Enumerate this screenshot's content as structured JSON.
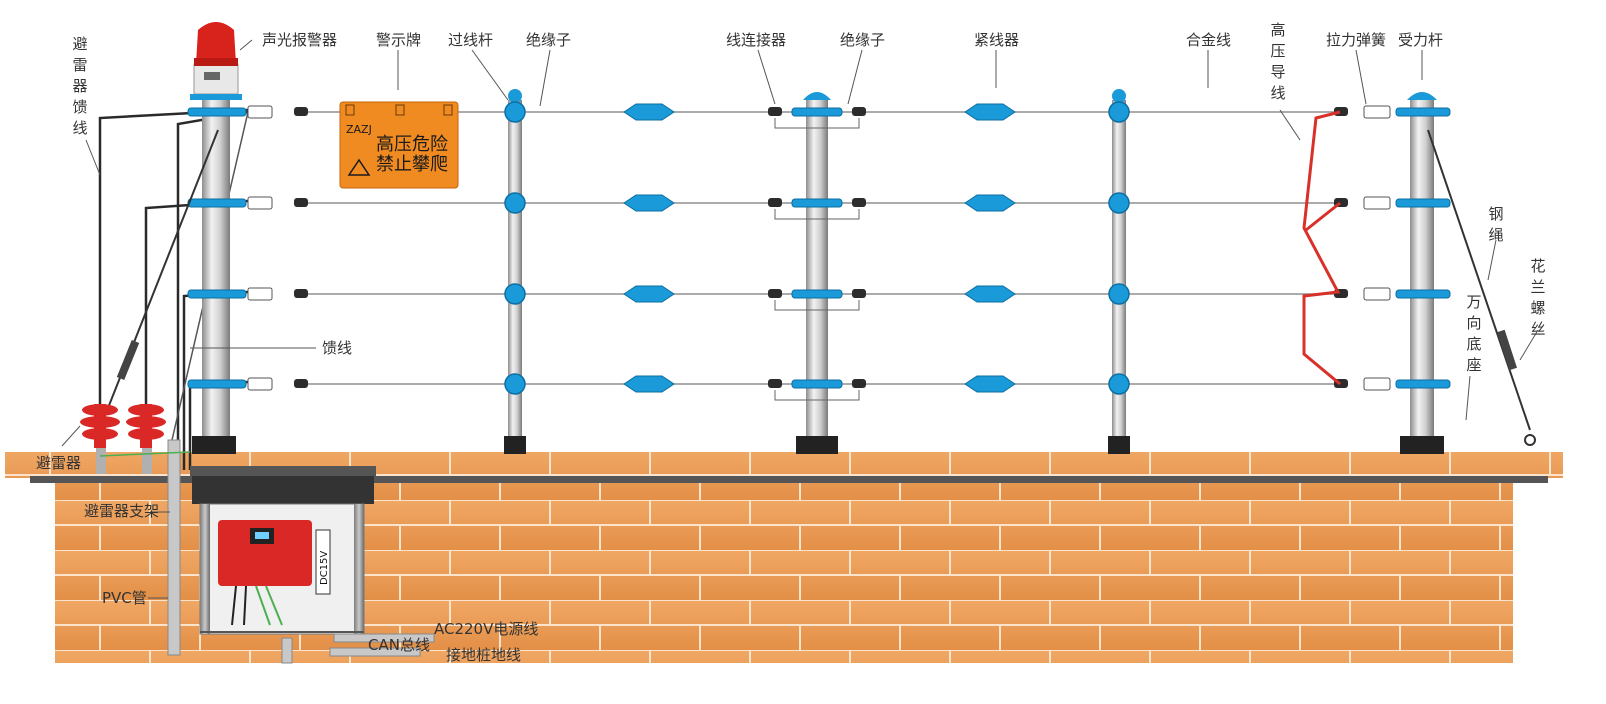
{
  "labels": {
    "alarm": "声光报警器",
    "warning_sign": "警示牌",
    "pass_pole": "过线杆",
    "insulator_1": "绝缘子",
    "wire_connector": "线连接器",
    "insulator_2": "绝缘子",
    "tensioner": "紧线器",
    "alloy_wire": "合金线",
    "hv_lead": "高压导线",
    "tension_spring": "拉力弹簧",
    "stress_pole": "受力杆",
    "arrester_feed": "避雷器馈线",
    "feed_line": "馈线",
    "steel_rope": "钢绳",
    "turnbuckle": "花兰螺丝",
    "universal_base": "万向底座",
    "arrester": "避雷器",
    "arrester_bracket": "避雷器支架",
    "pvc_pipe": "PVC管",
    "ac_power": "AC220V电源线",
    "can_bus": "CAN总线",
    "ground_wire": "接地桩地线"
  },
  "sign": {
    "brand": "ZAZJ",
    "line1": "高压危险",
    "line2": "禁止攀爬"
  },
  "host": {
    "dc_label": "DC15V"
  },
  "colors": {
    "pole_blue": "#1a9ad8",
    "hv_red": "#d8312a",
    "brick": "#e89a55",
    "sign_orange": "#f08b22",
    "host_red": "#d92826"
  }
}
